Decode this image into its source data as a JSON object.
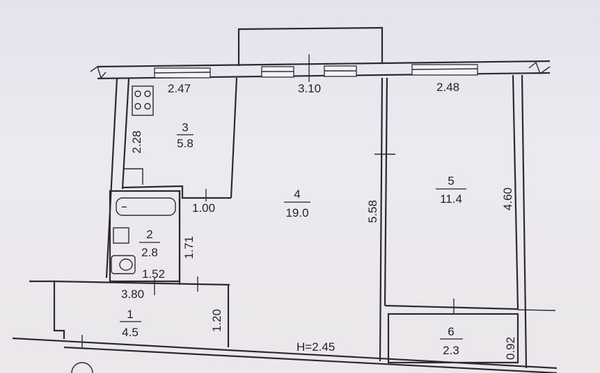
{
  "plan": {
    "rooms": [
      {
        "number": "1",
        "area": "4.5"
      },
      {
        "number": "2",
        "area": "2.8"
      },
      {
        "number": "3",
        "area": "5.8"
      },
      {
        "number": "4",
        "area": "19.0"
      },
      {
        "number": "5",
        "area": "11.4"
      },
      {
        "number": "6",
        "area": "2.3"
      }
    ],
    "dimensions": {
      "kitchen_width": "2.47",
      "living_width": "3.10",
      "bedroom_width": "2.48",
      "kitchen_depth": "2.28",
      "corridor_width": "1.00",
      "living_depth": "5.58",
      "bedroom_depth": "4.60",
      "bath_depth": "1.71",
      "bath_width": "1.52",
      "hall_width": "3.80",
      "hall_depth": "1.20",
      "balcony_depth": "0.92"
    },
    "ceiling_height": "H=2.45"
  }
}
